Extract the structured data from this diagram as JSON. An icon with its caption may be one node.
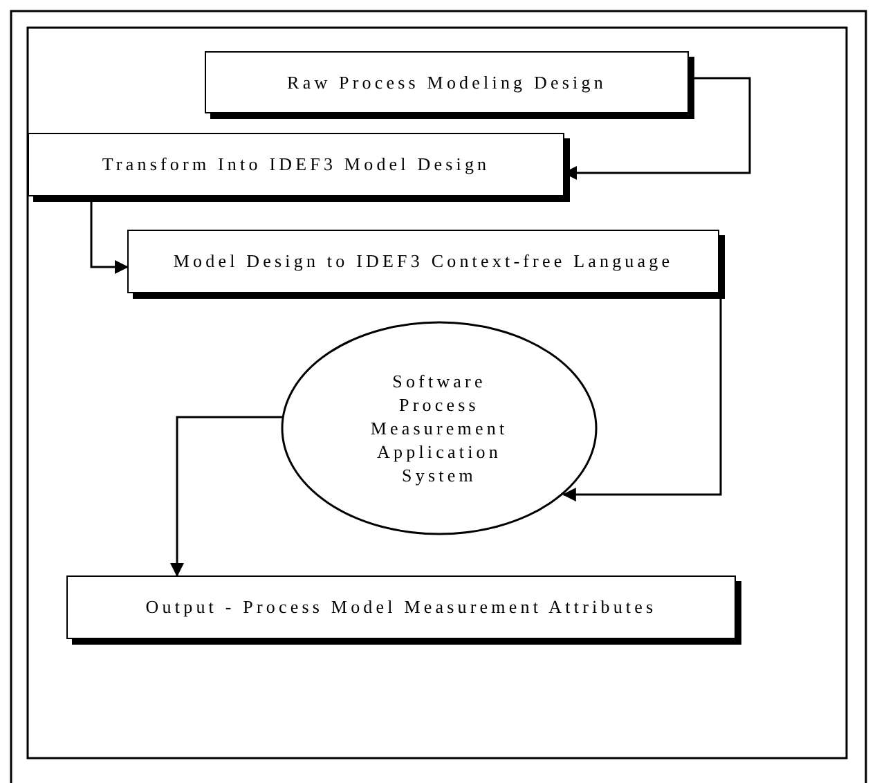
{
  "diagram": {
    "nodes": [
      {
        "text": [
          "Raw Process Modeling Design"
        ]
      },
      {
        "text": [
          "Transform Into IDEF3 Model Design"
        ]
      },
      {
        "text": [
          "Model Design to IDEF3 Context-free Language"
        ]
      },
      {
        "text": [
          "Software Process Measurement Application System"
        ]
      },
      {
        "text": [
          "Output - Process Model Measurement Attributes"
        ]
      }
    ],
    "edges": [
      {
        "from": 0,
        "to": 1,
        "arrow": "to"
      },
      {
        "from": 1,
        "to": 2,
        "arrow": "to"
      },
      {
        "from": 2,
        "to": 3,
        "arrow": "to"
      },
      {
        "from": 3,
        "to": 4,
        "arrow": "to"
      }
    ]
  }
}
